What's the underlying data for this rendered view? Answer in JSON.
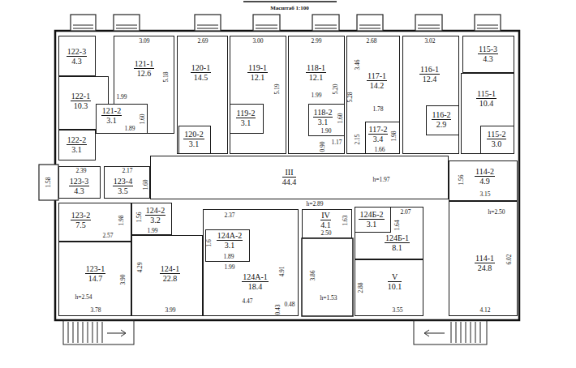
{
  "diagram": {
    "title": "Масштаб 1:100",
    "nodes": [
      {
        "text": [
          "122-3",
          "4.3"
        ]
      },
      {
        "text": [
          "121-1",
          "12.6"
        ]
      },
      {
        "text": [
          "120-1",
          "14.5"
        ]
      },
      {
        "text": [
          "119-1",
          "12.1"
        ]
      },
      {
        "text": [
          "118-1",
          "12.1"
        ]
      },
      {
        "text": [
          "117-1",
          "14.2"
        ]
      },
      {
        "text": [
          "116-1",
          "12.4"
        ]
      },
      {
        "text": [
          "115-3",
          "4.3"
        ]
      },
      {
        "text": [
          "122-1",
          "10.3"
        ]
      },
      {
        "text": [
          "115-1",
          "10.4"
        ]
      },
      {
        "text": [
          "121-2",
          "3.1"
        ]
      },
      {
        "text": [
          "120-2",
          "3.1"
        ],
        "in": 2
      },
      {
        "text": [
          "119-2",
          "3.1"
        ],
        "in": 3
      },
      {
        "text": [
          "118-2",
          "3.1"
        ],
        "in": 4
      },
      {
        "text": [
          "117-2",
          "3.4"
        ],
        "in": 5
      },
      {
        "text": [
          "116-2",
          "2.9"
        ],
        "in": 6
      },
      {
        "text": [
          "115-2",
          "3.0"
        ],
        "in": 9
      },
      {
        "text": [
          "122-2",
          "3.1"
        ]
      },
      {
        "text": [
          "123-3",
          "4.3"
        ]
      },
      {
        "text": [
          "123-4",
          "3.5"
        ]
      },
      {
        "text": [
          "III",
          "44.4"
        ]
      },
      {
        "text": [
          "114-2",
          "4.9"
        ]
      },
      {
        "text": [
          "123-2",
          "7.5"
        ]
      },
      {
        "text": [
          "124-2",
          "3.2"
        ]
      },
      {
        "text": [
          "IV",
          "4.1"
        ]
      },
      {
        "text": [
          "124Б-1",
          "8.1"
        ]
      },
      {
        "text": [
          "124Б-2",
          "3.1"
        ],
        "in": 25
      },
      {
        "text": [
          "124А-1",
          "18.4"
        ]
      },
      {
        "text": [
          "124А-2",
          "3.1"
        ],
        "in": 27
      },
      {
        "text": [
          "114-1",
          "24.8"
        ]
      },
      {
        "text": [
          "123-1",
          "14.7"
        ]
      },
      {
        "text": [
          "124-1",
          "22.8"
        ]
      },
      {
        "text": [
          "V",
          "10.1"
        ]
      }
    ],
    "labels": [
      "3.09",
      "2.69",
      "3.00",
      "2.99",
      "2.68",
      "3.02",
      "5.18",
      "3.46",
      "5.19",
      "5.20",
      "5.28",
      "1.99",
      "1.99",
      "1.78",
      "1.60",
      "1.89",
      "1.60",
      "1.90",
      "1.17",
      "0.90",
      "2.15",
      "1.98",
      "1.66",
      "2.39",
      "2.17",
      "1.58",
      "1.60",
      "h=1.97",
      "1.56",
      "3.15",
      "h=2.89",
      "2.37",
      "1.63",
      "2.07",
      "1.64",
      "h=2.50",
      "1.98",
      "1.56",
      "1.6",
      "2.50",
      "2.57",
      "1.99",
      "1.89",
      "1.99",
      "4.29",
      "4.91",
      "3.90",
      "3.86",
      "2.88",
      "6.02",
      "h=2.54",
      "h=1.53",
      "4.47",
      "0.48",
      "0.43",
      "3.78",
      "3.99",
      "3.55",
      "4.12"
    ]
  }
}
